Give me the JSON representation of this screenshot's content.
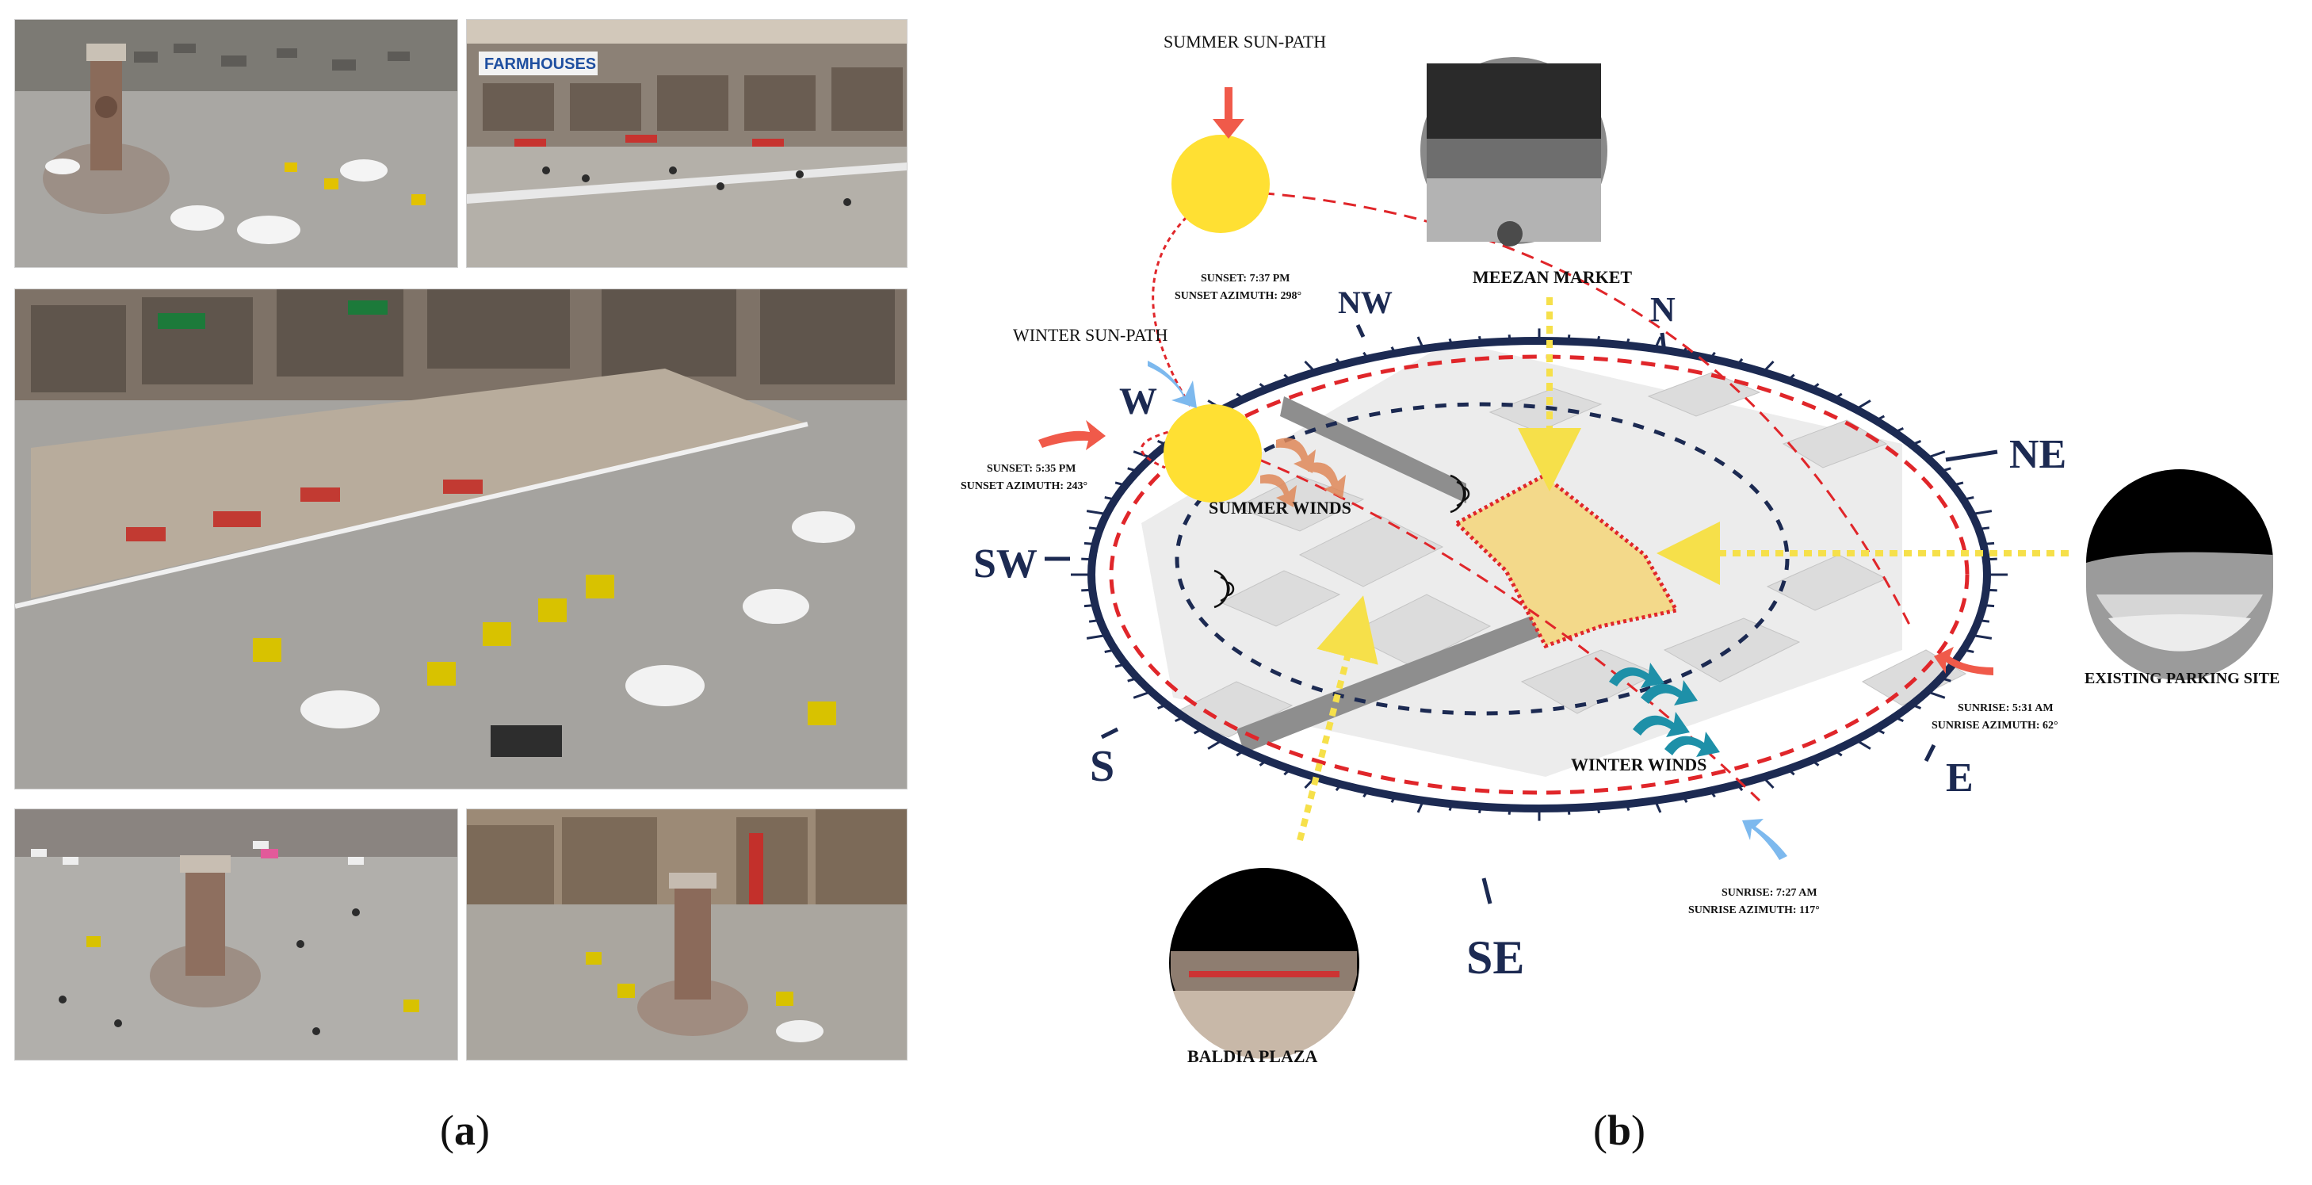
{
  "panels": {
    "a_label": "a",
    "b_label": "b"
  },
  "photos": [
    {
      "name": "photo-clock-tower-roundabout",
      "signage": ""
    },
    {
      "name": "photo-market-street",
      "signage": "FARMHOUSES"
    },
    {
      "name": "photo-plaza-traffic",
      "signage": ""
    },
    {
      "name": "photo-clock-tower-aerial",
      "signage": ""
    },
    {
      "name": "photo-clock-tower-street",
      "signage": ""
    }
  ],
  "diagram": {
    "directions": {
      "n": "N",
      "ne": "NE",
      "e": "E",
      "se": "SE",
      "s": "S",
      "sw": "SW",
      "w": "W",
      "nw": "NW"
    },
    "labels": {
      "summer_sun_path": "SUMMER SUN-PATH",
      "winter_sun_path": "WINTER SUN-PATH",
      "summer_winds": "SUMMER WINDS",
      "winter_winds": "WINTER WINDS",
      "meezan_market": "MEEZAN MARKET",
      "existing_parking": "EXISTING PARKING SITE",
      "baldia_plaza": "BALDIA PLAZA"
    },
    "sun_notes": {
      "summer_sunset_1": "SUNSET: 7:37 PM",
      "summer_sunset_2": "SUNSET AZIMUTH: 298°",
      "winter_sunset_1": "SUNSET: 5:35 PM",
      "winter_sunset_2": "SUNSET AZIMUTH: 243°",
      "summer_sunrise_1": "SUNRISE: 5:31 AM",
      "summer_sunrise_2": "SUNRISE AZIMUTH: 62°",
      "winter_sunrise_1": "SUNRISE: 7:27 AM",
      "winter_sunrise_2": "SUNRISE AZIMUTH: 117°"
    },
    "colors": {
      "compass_ring": "#1c2a52",
      "sun": "#ffe033",
      "sun_path": "#e0262a",
      "site_fill": "#f3d98a",
      "summer_arrow": "#f05a4a",
      "winter_arrow": "#7db9ee",
      "view_arrow": "#f6e04a",
      "winter_wind": "#1e90a8",
      "summer_wind": "#e0895a"
    }
  }
}
